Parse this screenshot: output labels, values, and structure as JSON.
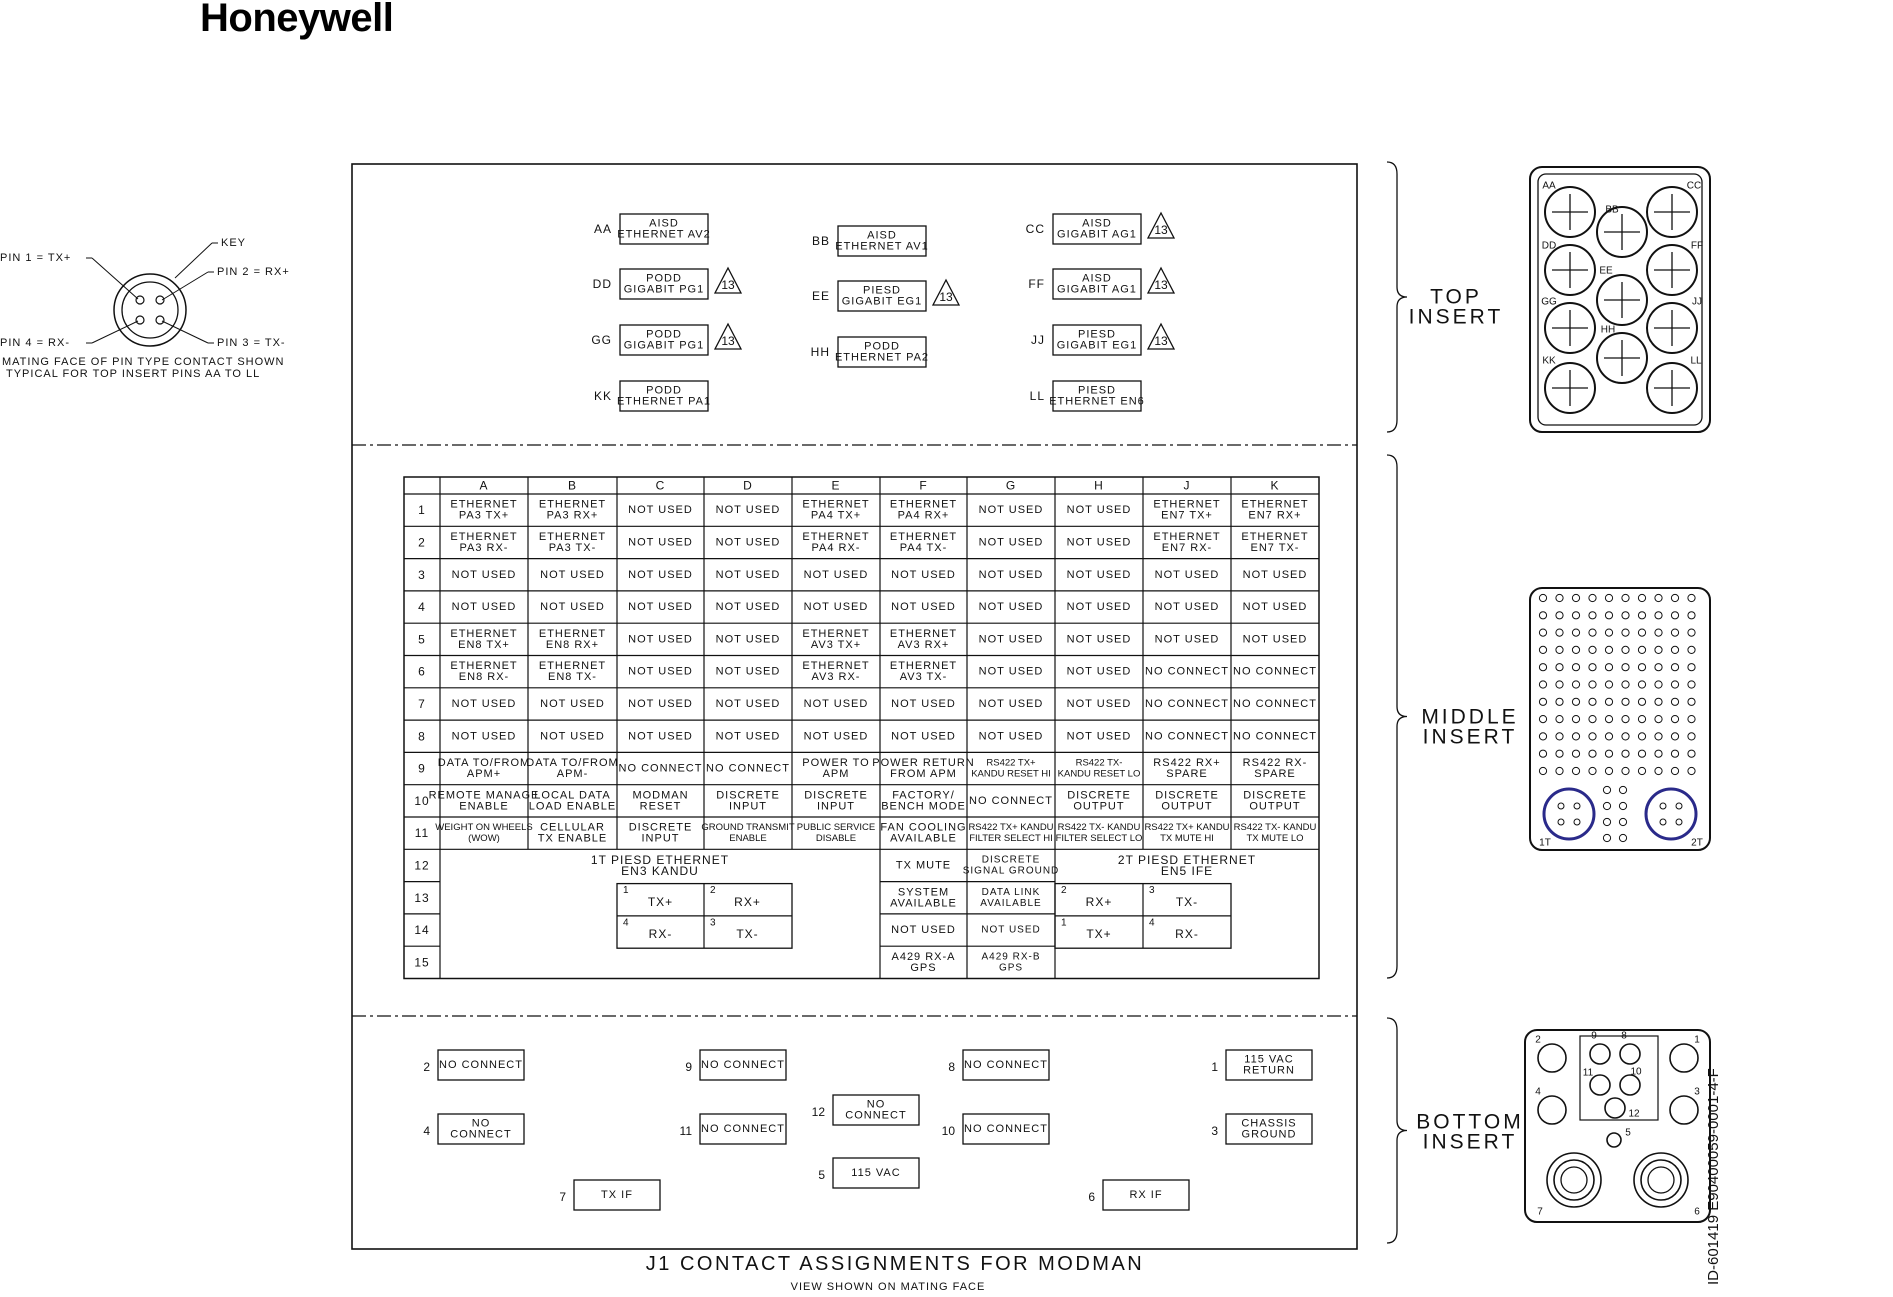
{
  "brand": "Honeywell",
  "drawing_id": "ID-601419  E90400059-0001-4-F",
  "caption": {
    "title": "J1 CONTACT ASSIGNMENTS FOR MODMAN",
    "subtitle": "VIEW SHOWN ON MATING FACE"
  },
  "pin_detail": {
    "pin1": "PIN 1 = TX+",
    "pin2": "PIN 2 = RX+",
    "pin3": "PIN 3 = TX-",
    "pin4": "PIN 4 = RX-",
    "key": "KEY",
    "note1": "MATING FACE OF PIN TYPE CONTACT SHOWN",
    "note2": "TYPICAL FOR TOP INSERT PINS AA TO LL"
  },
  "inserts": {
    "top": [
      "TOP",
      "INSERT"
    ],
    "middle": [
      "MIDDLE",
      "INSERT"
    ],
    "bottom": [
      "BOTTOM",
      "INSERT"
    ]
  },
  "note_flag": "13",
  "top_pins": [
    {
      "pin": "AA",
      "lines": [
        "AISD",
        "ETHERNET AV2"
      ],
      "flag": false
    },
    {
      "pin": "BB",
      "lines": [
        "AISD",
        "ETHERNET AV1"
      ],
      "flag": false
    },
    {
      "pin": "CC",
      "lines": [
        "AISD",
        "GIGABIT AG1"
      ],
      "flag": true
    },
    {
      "pin": "DD",
      "lines": [
        "PODD",
        "GIGABIT PG1"
      ],
      "flag": true
    },
    {
      "pin": "EE",
      "lines": [
        "PIESD",
        "GIGABIT EG1"
      ],
      "flag": true
    },
    {
      "pin": "FF",
      "lines": [
        "AISD",
        "GIGABIT AG1"
      ],
      "flag": true
    },
    {
      "pin": "GG",
      "lines": [
        "PODD",
        "GIGABIT PG1"
      ],
      "flag": true
    },
    {
      "pin": "HH",
      "lines": [
        "PODD",
        "ETHERNET PA2"
      ],
      "flag": false
    },
    {
      "pin": "JJ",
      "lines": [
        "PIESD",
        "GIGABIT EG1"
      ],
      "flag": true
    },
    {
      "pin": "KK",
      "lines": [
        "PODD",
        "ETHERNET PA1"
      ],
      "flag": false
    },
    {
      "pin": "LL",
      "lines": [
        "PIESD",
        "ETHERNET EN6"
      ],
      "flag": false
    }
  ],
  "middle_table": {
    "columns": [
      "A",
      "B",
      "C",
      "D",
      "E",
      "F",
      "G",
      "H",
      "J",
      "K"
    ],
    "rows": [
      {
        "n": "1",
        "cells": [
          [
            "ETHERNET",
            "PA3 TX+"
          ],
          [
            "ETHERNET",
            "PA3 RX+"
          ],
          [
            "NOT USED"
          ],
          [
            "NOT USED"
          ],
          [
            "ETHERNET",
            "PA4 TX+"
          ],
          [
            "ETHERNET",
            "PA4 RX+"
          ],
          [
            "NOT USED"
          ],
          [
            "NOT USED"
          ],
          [
            "ETHERNET",
            "EN7 TX+"
          ],
          [
            "ETHERNET",
            "EN7 RX+"
          ]
        ]
      },
      {
        "n": "2",
        "cells": [
          [
            "ETHERNET",
            "PA3 RX-"
          ],
          [
            "ETHERNET",
            "PA3 TX-"
          ],
          [
            "NOT USED"
          ],
          [
            "NOT USED"
          ],
          [
            "ETHERNET",
            "PA4 RX-"
          ],
          [
            "ETHERNET",
            "PA4 TX-"
          ],
          [
            "NOT USED"
          ],
          [
            "NOT USED"
          ],
          [
            "ETHERNET",
            "EN7 RX-"
          ],
          [
            "ETHERNET",
            "EN7 TX-"
          ]
        ]
      },
      {
        "n": "3",
        "cells": [
          [
            "NOT USED"
          ],
          [
            "NOT USED"
          ],
          [
            "NOT USED"
          ],
          [
            "NOT USED"
          ],
          [
            "NOT USED"
          ],
          [
            "NOT USED"
          ],
          [
            "NOT USED"
          ],
          [
            "NOT USED"
          ],
          [
            "NOT USED"
          ],
          [
            "NOT USED"
          ]
        ]
      },
      {
        "n": "4",
        "cells": [
          [
            "NOT USED"
          ],
          [
            "NOT USED"
          ],
          [
            "NOT USED"
          ],
          [
            "NOT USED"
          ],
          [
            "NOT USED"
          ],
          [
            "NOT USED"
          ],
          [
            "NOT USED"
          ],
          [
            "NOT USED"
          ],
          [
            "NOT USED"
          ],
          [
            "NOT USED"
          ]
        ]
      },
      {
        "n": "5",
        "cells": [
          [
            "ETHERNET",
            "EN8 TX+"
          ],
          [
            "ETHERNET",
            "EN8 RX+"
          ],
          [
            "NOT USED"
          ],
          [
            "NOT USED"
          ],
          [
            "ETHERNET",
            "AV3 TX+"
          ],
          [
            "ETHERNET",
            "AV3 RX+"
          ],
          [
            "NOT USED"
          ],
          [
            "NOT USED"
          ],
          [
            "NOT USED"
          ],
          [
            "NOT USED"
          ]
        ]
      },
      {
        "n": "6",
        "cells": [
          [
            "ETHERNET",
            "EN8 RX-"
          ],
          [
            "ETHERNET",
            "EN8 TX-"
          ],
          [
            "NOT USED"
          ],
          [
            "NOT USED"
          ],
          [
            "ETHERNET",
            "AV3 RX-"
          ],
          [
            "ETHERNET",
            "AV3 TX-"
          ],
          [
            "NOT USED"
          ],
          [
            "NOT USED"
          ],
          [
            "NO CONNECT"
          ],
          [
            "NO CONNECT"
          ]
        ]
      },
      {
        "n": "7",
        "cells": [
          [
            "NOT USED"
          ],
          [
            "NOT USED"
          ],
          [
            "NOT USED"
          ],
          [
            "NOT USED"
          ],
          [
            "NOT USED"
          ],
          [
            "NOT USED"
          ],
          [
            "NOT USED"
          ],
          [
            "NOT USED"
          ],
          [
            "NO CONNECT"
          ],
          [
            "NO CONNECT"
          ]
        ]
      },
      {
        "n": "8",
        "cells": [
          [
            "NOT USED"
          ],
          [
            "NOT USED"
          ],
          [
            "NOT USED"
          ],
          [
            "NOT USED"
          ],
          [
            "NOT USED"
          ],
          [
            "NOT USED"
          ],
          [
            "NOT USED"
          ],
          [
            "NOT USED"
          ],
          [
            "NO CONNECT"
          ],
          [
            "NO CONNECT"
          ]
        ]
      },
      {
        "n": "9",
        "cells": [
          [
            "DATA TO/FROM",
            "APM+"
          ],
          [
            "DATA TO/FROM",
            "APM-"
          ],
          [
            "NO CONNECT"
          ],
          [
            "NO CONNECT"
          ],
          [
            "POWER TO",
            "APM"
          ],
          [
            "POWER RETURN",
            "FROM APM"
          ],
          [
            "RS422 TX+",
            "KANDU RESET HI"
          ],
          [
            "RS422 TX-",
            "KANDU RESET LO"
          ],
          [
            "RS422 RX+",
            "SPARE"
          ],
          [
            "RS422 RX-",
            "SPARE"
          ]
        ]
      },
      {
        "n": "10",
        "cells": [
          [
            "REMOTE MANAGE",
            "ENABLE"
          ],
          [
            "LOCAL DATA",
            "LOAD ENABLE"
          ],
          [
            "MODMAN",
            "RESET"
          ],
          [
            "DISCRETE",
            "INPUT"
          ],
          [
            "DISCRETE",
            "INPUT"
          ],
          [
            "FACTORY/",
            "BENCH MODE"
          ],
          [
            "NO CONNECT"
          ],
          [
            "DISCRETE",
            "OUTPUT"
          ],
          [
            "DISCRETE",
            "OUTPUT"
          ],
          [
            "DISCRETE",
            "OUTPUT"
          ]
        ]
      },
      {
        "n": "11",
        "cells": [
          [
            "WEIGHT ON WHEELS",
            "(WOW)"
          ],
          [
            "CELLULAR",
            "TX ENABLE"
          ],
          [
            "DISCRETE",
            "INPUT"
          ],
          [
            "GROUND TRANSMIT",
            "ENABLE"
          ],
          [
            "PUBLIC SERVICE",
            "DISABLE"
          ],
          [
            "FAN COOLING",
            "AVAILABLE"
          ],
          [
            "RS422 TX+ KANDU",
            "FILTER SELECT HI"
          ],
          [
            "RS422 TX- KANDU",
            "FILTER SELECT LO"
          ],
          [
            "RS422 TX+ KANDU",
            "TX MUTE HI"
          ],
          [
            "RS422 TX- KANDU",
            "TX MUTE LO"
          ]
        ]
      }
    ],
    "row_numbers_lower": [
      "12",
      "13",
      "14",
      "15"
    ],
    "group_1t": {
      "title": [
        "1T PIESD ETHERNET",
        "EN3 KANDU"
      ],
      "cells": [
        {
          "num": "1",
          "label": "TX+"
        },
        {
          "num": "2",
          "label": "RX+"
        },
        {
          "num": "4",
          "label": "RX-"
        },
        {
          "num": "3",
          "label": "TX-"
        }
      ]
    },
    "group_2t": {
      "title": [
        "2T PIESD ETHERNET",
        "EN5 IFE"
      ],
      "cells": [
        {
          "num": "2",
          "label": "RX+"
        },
        {
          "num": "3",
          "label": "TX-"
        },
        {
          "num": "1",
          "label": "TX+"
        },
        {
          "num": "4",
          "label": "RX-"
        }
      ]
    },
    "lower_e": [
      [
        "TX MUTE"
      ],
      [
        "SYSTEM",
        "AVAILABLE"
      ],
      [
        "NOT USED"
      ],
      [
        "A429 RX-A",
        "GPS"
      ]
    ],
    "lower_f": [
      [
        "DISCRETE",
        "SIGNAL GROUND"
      ],
      [
        "DATA LINK",
        "AVAILABLE"
      ],
      [
        "NOT USED"
      ],
      [
        "A429 RX-B",
        "GPS"
      ]
    ]
  },
  "bottom_pins": [
    {
      "pin": "2",
      "lines": [
        "NO CONNECT"
      ]
    },
    {
      "pin": "9",
      "lines": [
        "NO CONNECT"
      ]
    },
    {
      "pin": "8",
      "lines": [
        "NO CONNECT"
      ]
    },
    {
      "pin": "1",
      "lines": [
        "115 VAC",
        "RETURN"
      ]
    },
    {
      "pin": "12",
      "lines": [
        "NO",
        "CONNECT"
      ]
    },
    {
      "pin": "4",
      "lines": [
        "NO",
        "CONNECT"
      ]
    },
    {
      "pin": "11",
      "lines": [
        "NO CONNECT"
      ]
    },
    {
      "pin": "10",
      "lines": [
        "NO CONNECT"
      ]
    },
    {
      "pin": "3",
      "lines": [
        "CHASSIS",
        "GROUND"
      ]
    },
    {
      "pin": "5",
      "lines": [
        "115 VAC"
      ]
    },
    {
      "pin": "7",
      "lines": [
        "TX IF"
      ]
    },
    {
      "pin": "6",
      "lines": [
        "RX IF"
      ]
    }
  ],
  "top_connector_labels": [
    "AA",
    "BB",
    "CC",
    "DD",
    "EE",
    "FF",
    "GG",
    "HH",
    "JJ",
    "KK",
    "LL"
  ],
  "middle_connector_labels": {
    "left": "1T",
    "right": "2T"
  },
  "bottom_connector_labels": [
    "2",
    "9",
    "8",
    "1",
    "4",
    "11",
    "10",
    "3",
    "12",
    "5",
    "7",
    "6"
  ]
}
